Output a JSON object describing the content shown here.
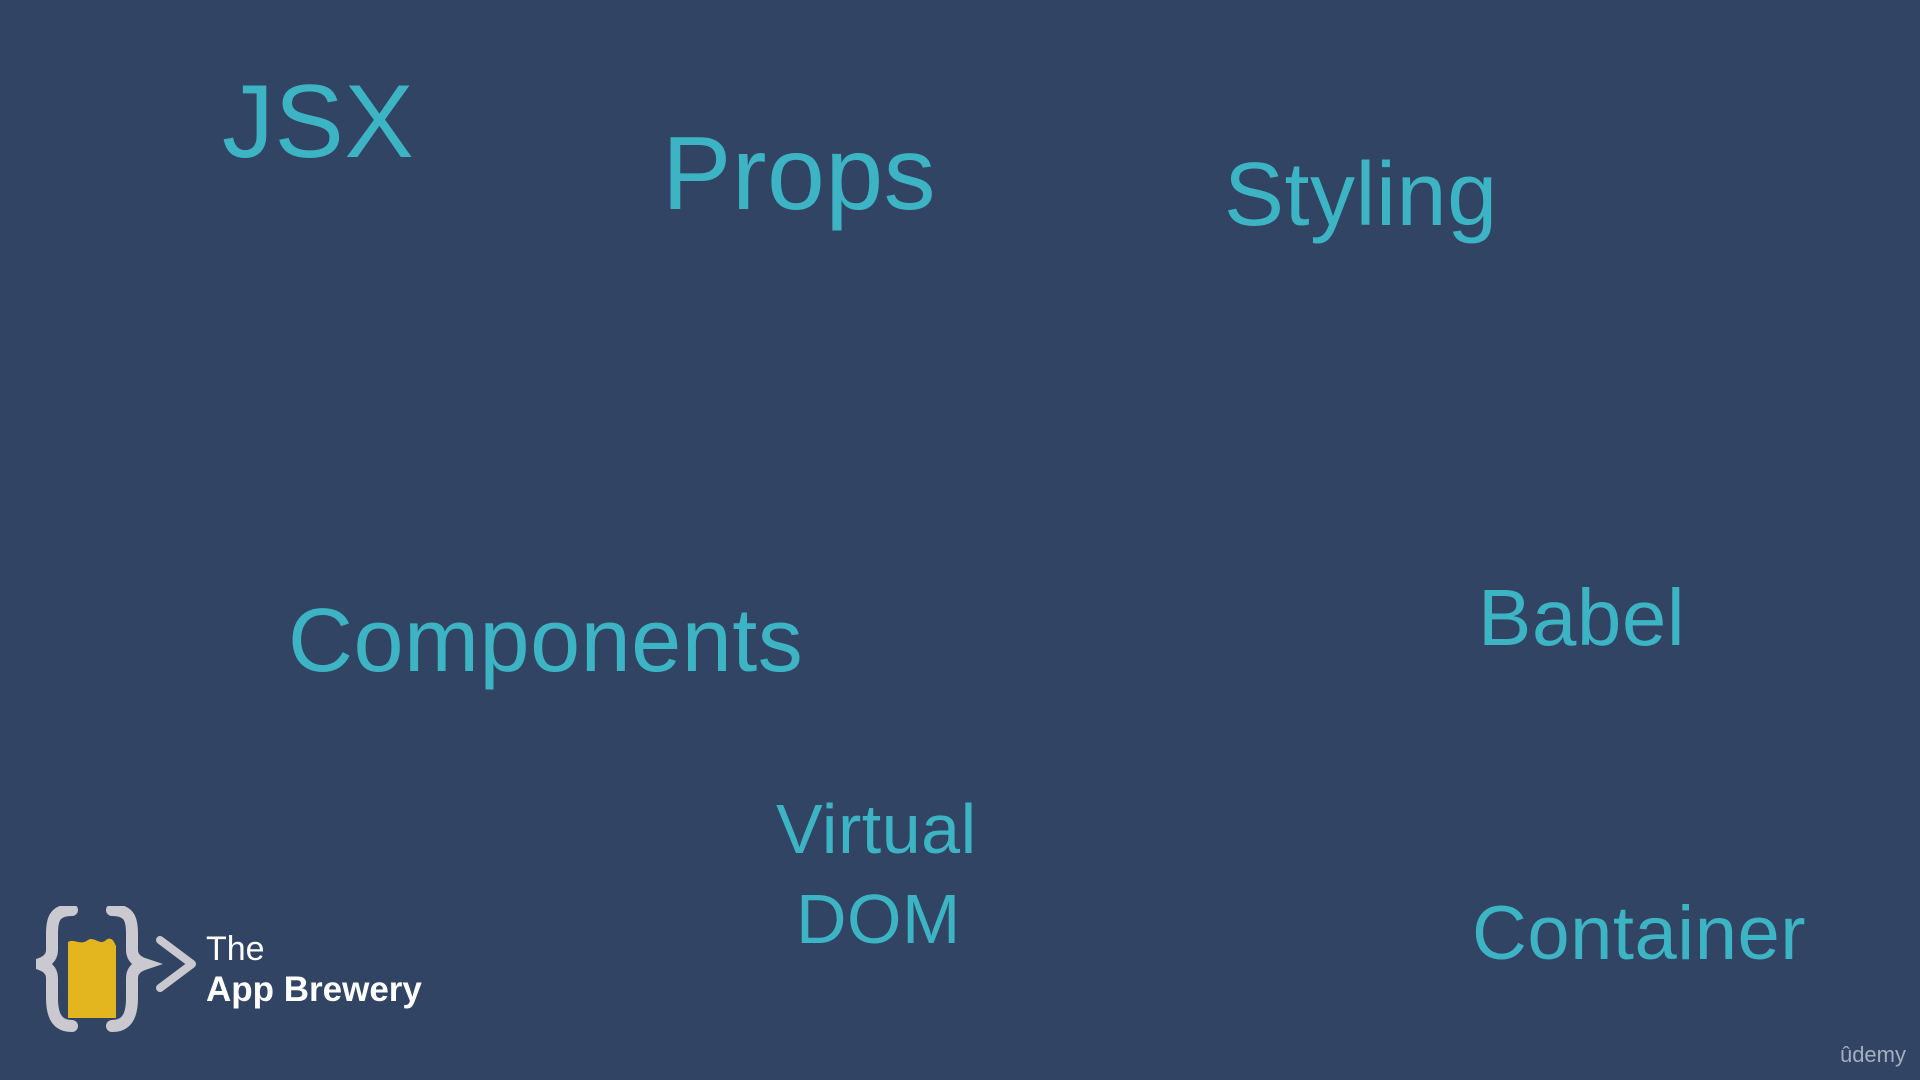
{
  "slide": {
    "background_color": "#314463",
    "text_color": "#3cb4c4",
    "terms": {
      "jsx": "JSX",
      "props": "Props",
      "styling": "Styling",
      "components": "Components",
      "babel": "Babel",
      "virtual": "Virtual",
      "dom": "DOM",
      "container": "Container"
    }
  },
  "brand": {
    "line1": "The",
    "line2": "App Brewery",
    "icon": "braces-beer-glass-logo-icon",
    "logo_colors": {
      "braces": "#c9c9cf",
      "beer": "#e3b51f"
    }
  },
  "watermark": {
    "text": "ûdemy"
  }
}
